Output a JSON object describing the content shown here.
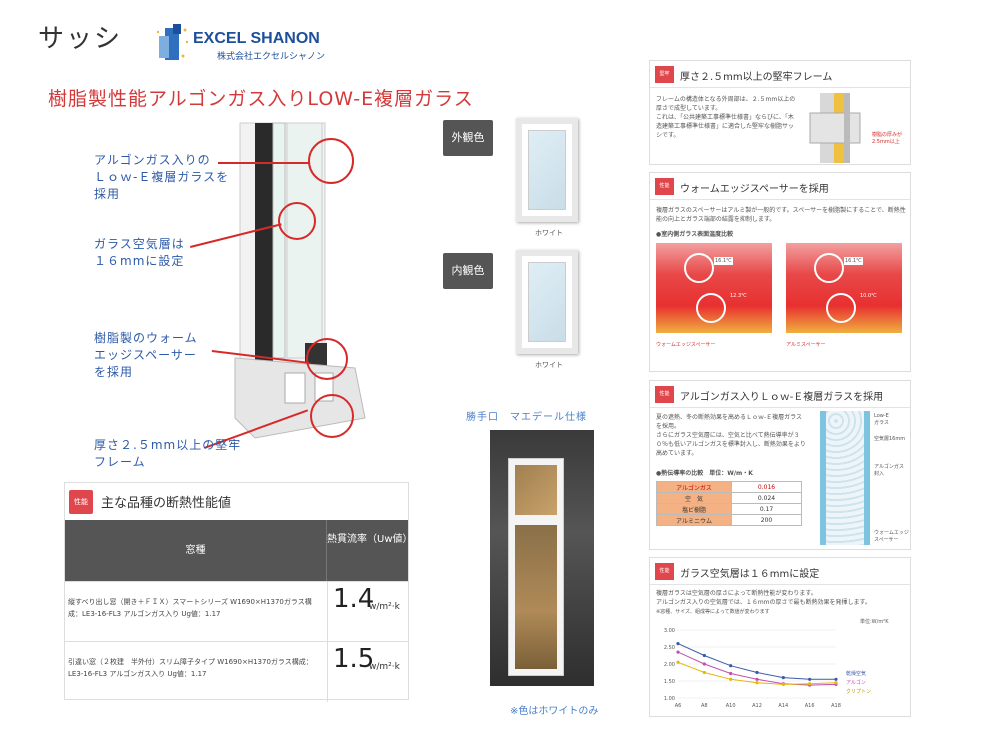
{
  "page": {
    "title": "サッシ",
    "headline": "樹脂製性能アルゴンガス入りLOW-E複層ガラス"
  },
  "logo": {
    "name": "EXCEL SHANON",
    "sub": "株式会社エクセルシャノン",
    "color": "#1d4f9a"
  },
  "callouts": {
    "c1": "アルゴンガス入りの\nＬｏｗ-Ｅ複層ガラスを\n採用",
    "c2": "ガラス空気層は\n１６mmに設定",
    "c3": "樹脂製のウォーム\nエッジスペーサー\nを採用",
    "c4": "厚さ２.５mm以上の堅牢\nフレーム"
  },
  "perf_table": {
    "badge": "性能",
    "title": "主な品種の断熱性能値",
    "col_window": "窓種",
    "col_rate": "熱貫流率（Uw値）",
    "rows": [
      {
        "desc": "縦すべり出し窓（開き＋ＦＩＸ）スマートシリーズ W1690×H1370ガラス構成：LE3-16-FL3 アルゴンガス入り Ug値：1.17",
        "value": "1.4",
        "unit": "w/m²·k"
      },
      {
        "desc": "引違い窓（２枚建　半外付）スリム障子タイプ W1690×H1370ガラス構成：LE3-16-FL3 アルゴンガス入り Ug値：1.17",
        "value": "1.5",
        "unit": "w/m²·k"
      }
    ]
  },
  "colors_section": {
    "exterior_label": "外観色",
    "interior_label": "内観色",
    "exterior_caption": "ホワイト",
    "interior_caption": "ホワイト",
    "door_caption": "勝手口　マエデール仕様",
    "note": "※色はホワイトのみ"
  },
  "right_cards": {
    "frame": {
      "badge": "堅牢",
      "title": "厚さ２.５mm以上の堅牢フレーム",
      "text": "フレームの構造体となる外周部は、２.５mm以上の厚さで成型しています。\nこれは、「公共建築工事標準仕様書」ならびに、「木造建築工事標準仕様書」に適合した堅牢な樹脂サッシです。",
      "annot": "樹脂の厚みが\n2.5mm以上"
    },
    "spacer": {
      "badge": "性能",
      "title": "ウォームエッジスペーサーを採用",
      "text": "複層ガラスのスペーサーはアルミ製が一般的です。スペーサーを樹脂製にすることで、断熱性能の向上とガラス端部の結露を抑制します。",
      "sub": "●室内側ガラス表面温度比較",
      "t1a": "16.1℃",
      "t1b": "12.3℃",
      "label1": "ウォームエッジスペーサー",
      "t2a": "16.1℃",
      "t2b": "10.0℃",
      "label2": "アルミスペーサー"
    },
    "argon": {
      "badge": "性能",
      "title": "アルゴンガス入りＬｏｗ-Ｅ複層ガラスを採用",
      "text": "夏の遮熱、冬の断熱効果を高めるＬｏｗ-Ｅ複層ガラスを採用。\nさらにガラス空気層には、空気と比べて熱伝導率が３０％も低いアルゴンガスを標準封入し、断熱効果をより高めています。",
      "sub": "●熱伝導率の比較　単位：W/m・K",
      "table": [
        {
          "k": "アルゴンガス",
          "v": "0.016"
        },
        {
          "k": "空　気",
          "v": "0.024"
        },
        {
          "k": "塩ビ樹脂",
          "v": "0.17"
        },
        {
          "k": "アルミニウム",
          "v": "200"
        }
      ],
      "diag": {
        "lowe": "Low-E\nガラス",
        "air": "空気層16mm",
        "argon": "アルゴンガス\n封入",
        "spacer": "ウォームエッジ\nスペーサー"
      }
    },
    "airgap": {
      "badge": "性能",
      "title": "ガラス空気層は１６mmに設定",
      "text": "複層ガラスは空気層の厚さによって断熱性能が変わります。\nアルゴンガス入りの空気層では、１６mmの厚さで最も断熱効果を発揮します。",
      "note": "※窓種、サイズ、組成等によって数値が変わります",
      "unit": "単位:W/m²K"
    }
  },
  "chart_data": {
    "type": "line",
    "x": [
      "A6",
      "A8",
      "A10",
      "A12",
      "A14",
      "A16",
      "A18"
    ],
    "ylim": [
      1.0,
      3.0
    ],
    "yticks": [
      "3.00",
      "2.50",
      "2.00",
      "1.50",
      "1.00"
    ],
    "series": [
      {
        "name": "乾燥空気",
        "color": "#3b5ba8",
        "values": [
          2.6,
          2.25,
          1.95,
          1.75,
          1.6,
          1.55,
          1.55
        ]
      },
      {
        "name": "アルゴン",
        "color": "#c24fb0",
        "values": [
          2.35,
          2.0,
          1.72,
          1.55,
          1.42,
          1.38,
          1.4
        ]
      },
      {
        "name": "クリプトン",
        "color": "#e6b800",
        "values": [
          2.05,
          1.75,
          1.55,
          1.45,
          1.4,
          1.42,
          1.45
        ]
      }
    ]
  }
}
